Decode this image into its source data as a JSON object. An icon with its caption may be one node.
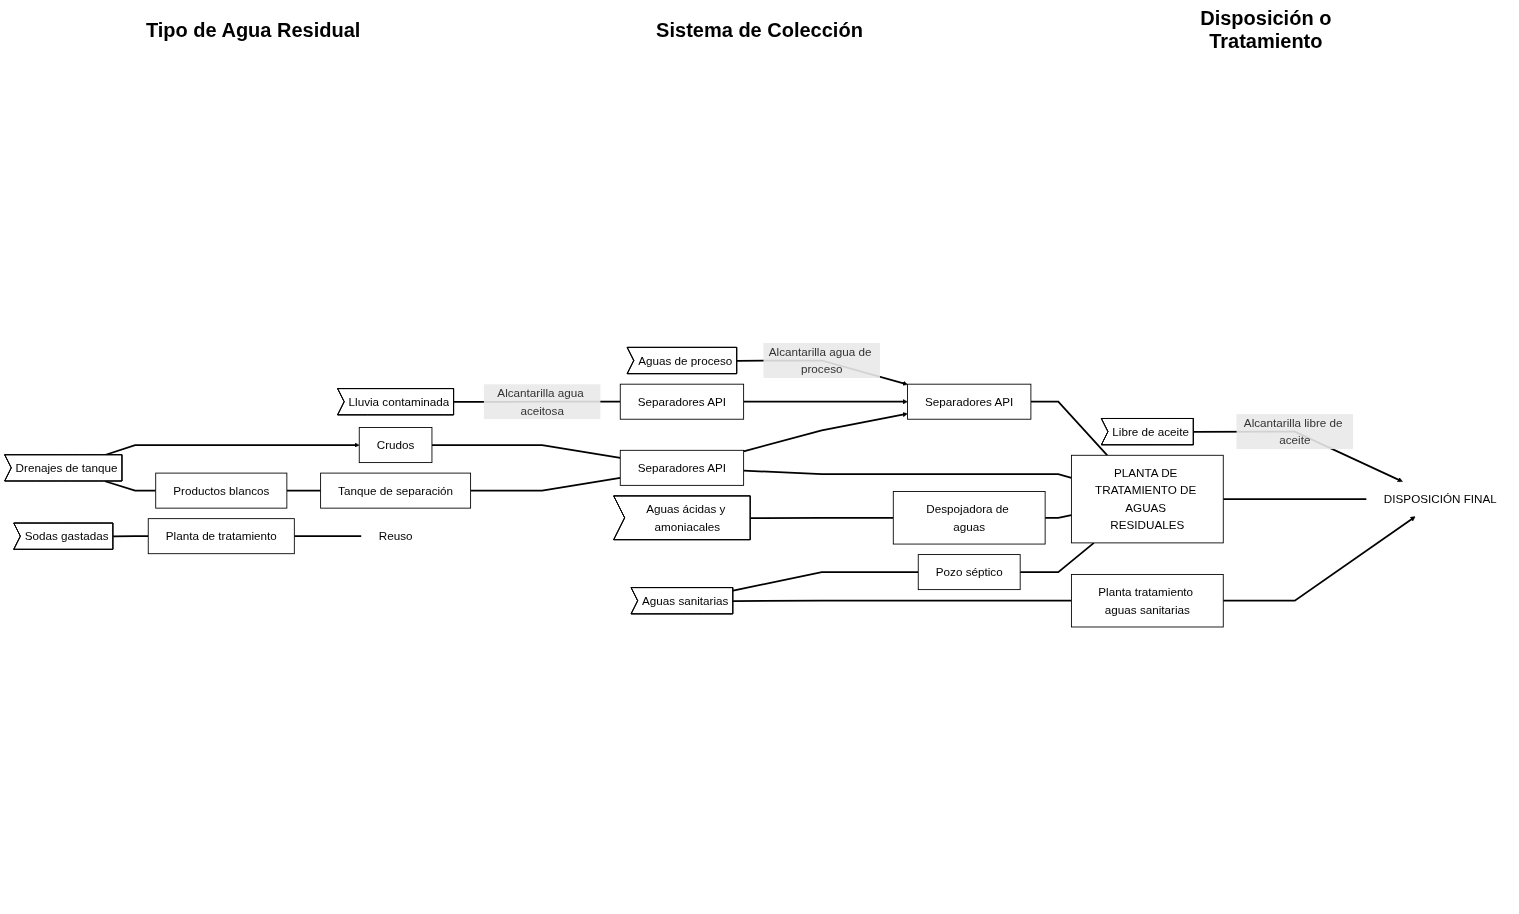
{
  "diagram": {
    "nodes": [
      {
        "text": [
          "Libre de aceite"
        ]
      },
      {
        "text": [
          "Lluvia contaminada"
        ]
      },
      {
        "text": [
          "Aguas de proceso"
        ]
      },
      {
        "text": [
          "Drenajes de tanque"
        ]
      },
      {
        "text": [
          "Aguas ácidas y amoniacales"
        ]
      },
      {
        "text": [
          "Sodas gastadas"
        ]
      },
      {
        "text": [
          "Aguas sanitarias"
        ]
      },
      {
        "text": [
          "Crudos"
        ]
      },
      {
        "text": [
          "Productos blancos"
        ]
      },
      {
        "text": [
          "Tanque de separación"
        ]
      },
      {
        "text": [
          "Separadores API"
        ]
      },
      {
        "text": [
          "Separadores API"
        ]
      },
      {
        "text": [
          "Separadores API"
        ]
      },
      {
        "text": [
          "Despojadora de aguas"
        ]
      },
      {
        "text": [
          "Planta de tratamiento"
        ]
      },
      {
        "text": [
          "Reuso"
        ]
      },
      {
        "text": [
          "Pozo séptico"
        ]
      },
      {
        "text": [
          "Planta tratamiento aguas sanitarias"
        ]
      },
      {
        "text": [
          "PLANTA DE TRATAMIENTO DE AGUAS RESIDUALES"
        ]
      },
      {
        "text": [
          "DISPOSICIÓN FINAL"
        ]
      }
    ],
    "edges": [
      {
        "from": 0,
        "to": 19,
        "arrow": "to",
        "label": "Alcantarilla libre de aceite"
      },
      {
        "from": 1,
        "to": 10,
        "arrow": "none",
        "label": "Alcantarilla agua aceitosa"
      },
      {
        "from": 2,
        "to": 11,
        "arrow": "to",
        "label": "Alcantarilla agua de proceso"
      },
      {
        "from": 3,
        "to": 7,
        "arrow": "to"
      },
      {
        "from": 3,
        "to": 8,
        "arrow": "none"
      },
      {
        "from": 8,
        "to": 9,
        "arrow": "none"
      },
      {
        "from": 7,
        "to": 12,
        "arrow": "none"
      },
      {
        "from": 9,
        "to": 12,
        "arrow": "none"
      },
      {
        "from": 10,
        "to": 11,
        "arrow": "to"
      },
      {
        "from": 12,
        "to": 11,
        "arrow": "to"
      },
      {
        "from": 4,
        "to": 13,
        "arrow": "none"
      },
      {
        "from": 5,
        "to": 14,
        "arrow": "none"
      },
      {
        "from": 14,
        "to": 15,
        "arrow": "none"
      },
      {
        "from": 6,
        "to": 16,
        "arrow": "none"
      },
      {
        "from": 6,
        "to": 17,
        "arrow": "none"
      },
      {
        "from": 11,
        "to": 18,
        "arrow": "none"
      },
      {
        "from": 12,
        "to": 18,
        "arrow": "none"
      },
      {
        "from": 13,
        "to": 18,
        "arrow": "none"
      },
      {
        "from": 16,
        "to": 18,
        "arrow": "none"
      },
      {
        "from": 18,
        "to": 19,
        "arrow": "none"
      },
      {
        "from": 17,
        "to": 19,
        "arrow": "to"
      }
    ],
    "labels": [
      "Tipo de Agua Residual",
      "Sistema de Colección",
      "Disposición o Tratamiento"
    ]
  }
}
